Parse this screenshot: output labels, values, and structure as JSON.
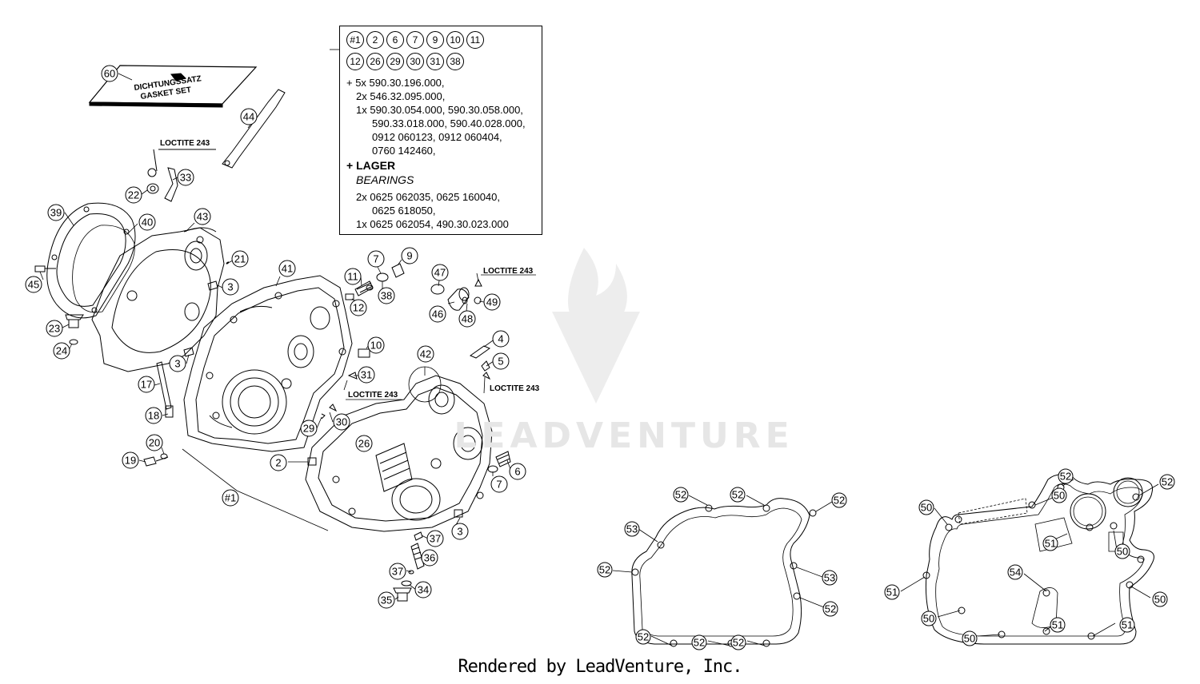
{
  "footer": "Rendered by LeadVenture, Inc.",
  "watermark": "LEADVENTURE",
  "gasket_label": [
    "DICHTUNGSSATZ",
    "GASKET SET"
  ],
  "loctite": "LOCTITE 243",
  "notes": {
    "ref": "1",
    "circled_row1": [
      "#1",
      "2",
      "6",
      "7",
      "9",
      "10",
      "11"
    ],
    "circled_row2": [
      "12",
      "26",
      "29",
      "30",
      "31",
      "38"
    ],
    "lines": [
      "+ 5x 590.30.196.000,",
      "2x 546.32.095.000,",
      "1x 590.30.054.000, 590.30.058.000,",
      "590.33.018.000, 590.40.028.000,",
      "0912 060123, 0912 060404,",
      "0760 142460,"
    ],
    "lager": "+ LAGER",
    "bearings": "BEARINGS",
    "bearing_lines": [
      "2x 0625 062035, 0625 160040,",
      "0625 618050,",
      "1x 0625 062054, 490.30.023.000"
    ]
  },
  "callouts_left": [
    "60",
    "44",
    "33",
    "22",
    "39",
    "40",
    "43",
    "21",
    "45",
    "3",
    "41",
    "23",
    "24",
    "3",
    "17",
    "18",
    "20",
    "19",
    "2",
    "#1",
    "11",
    "12",
    "38",
    "7",
    "9",
    "10",
    "31",
    "30",
    "29",
    "26",
    "42",
    "47",
    "46",
    "48",
    "49",
    "4",
    "5",
    "6",
    "7",
    "3",
    "37",
    "36",
    "37",
    "34",
    "35"
  ],
  "callouts_right_a": [
    "52",
    "52",
    "52",
    "53",
    "52",
    "53",
    "52",
    "52",
    "52",
    "52"
  ],
  "callouts_right_b": [
    "52",
    "50",
    "52",
    "50",
    "51",
    "50",
    "54",
    "51",
    "50",
    "50",
    "50",
    "51",
    "51"
  ]
}
